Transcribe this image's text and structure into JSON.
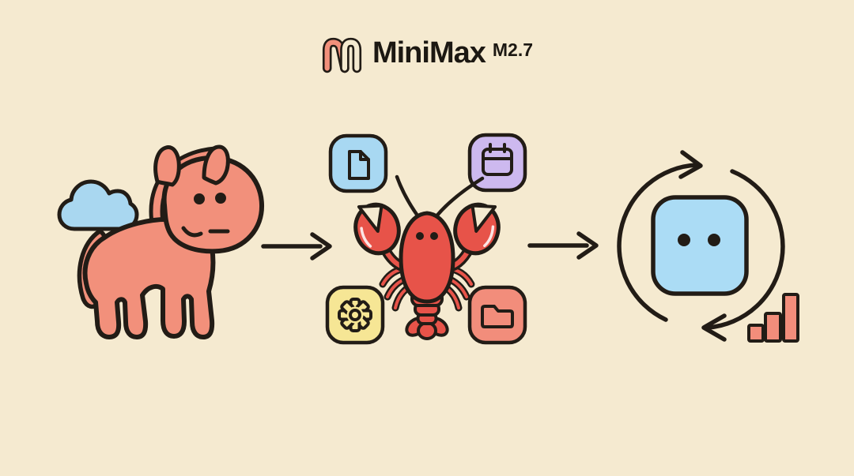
{
  "logo": {
    "brand": "MiniMax",
    "version": "M2.7"
  },
  "colors": {
    "bg": "#f5ead0",
    "ink": "#221c16",
    "text": "#1c1812",
    "salmon": "#f2907b",
    "cloud-blue": "#a9d7f0",
    "icon-blue": "#a8d8f2",
    "icon-purple": "#cdb9ef",
    "icon-yellow": "#f6e695",
    "coral": "#f28d7b",
    "lobster-red": "#e75349",
    "robot-blue": "#abdcf5",
    "highlight": "#ffffff"
  },
  "scene": {
    "stages": [
      {
        "name": "horse",
        "elements": [
          "cloud-icon",
          "horse-illustration"
        ]
      },
      {
        "name": "lobster-with-tools",
        "elements": [
          "lobster-illustration"
        ],
        "tools": [
          {
            "name": "document-icon",
            "position": "top-left",
            "bg": "#a8d8f2"
          },
          {
            "name": "calendar-icon",
            "position": "top-right",
            "bg": "#cdb9ef"
          },
          {
            "name": "gear-icon",
            "position": "bottom-left",
            "bg": "#f6e695"
          },
          {
            "name": "folder-icon",
            "position": "bottom-right",
            "bg": "#f28d7b"
          }
        ]
      },
      {
        "name": "agent-loop",
        "elements": [
          "cycle-arrows-icon",
          "robot-icon",
          "bar-chart-icon"
        ],
        "cycle_direction": "clockwise",
        "bar_chart": {
          "bars": 3,
          "trend": "increasing"
        }
      }
    ],
    "connectors": [
      "right-arrow",
      "right-arrow"
    ]
  }
}
